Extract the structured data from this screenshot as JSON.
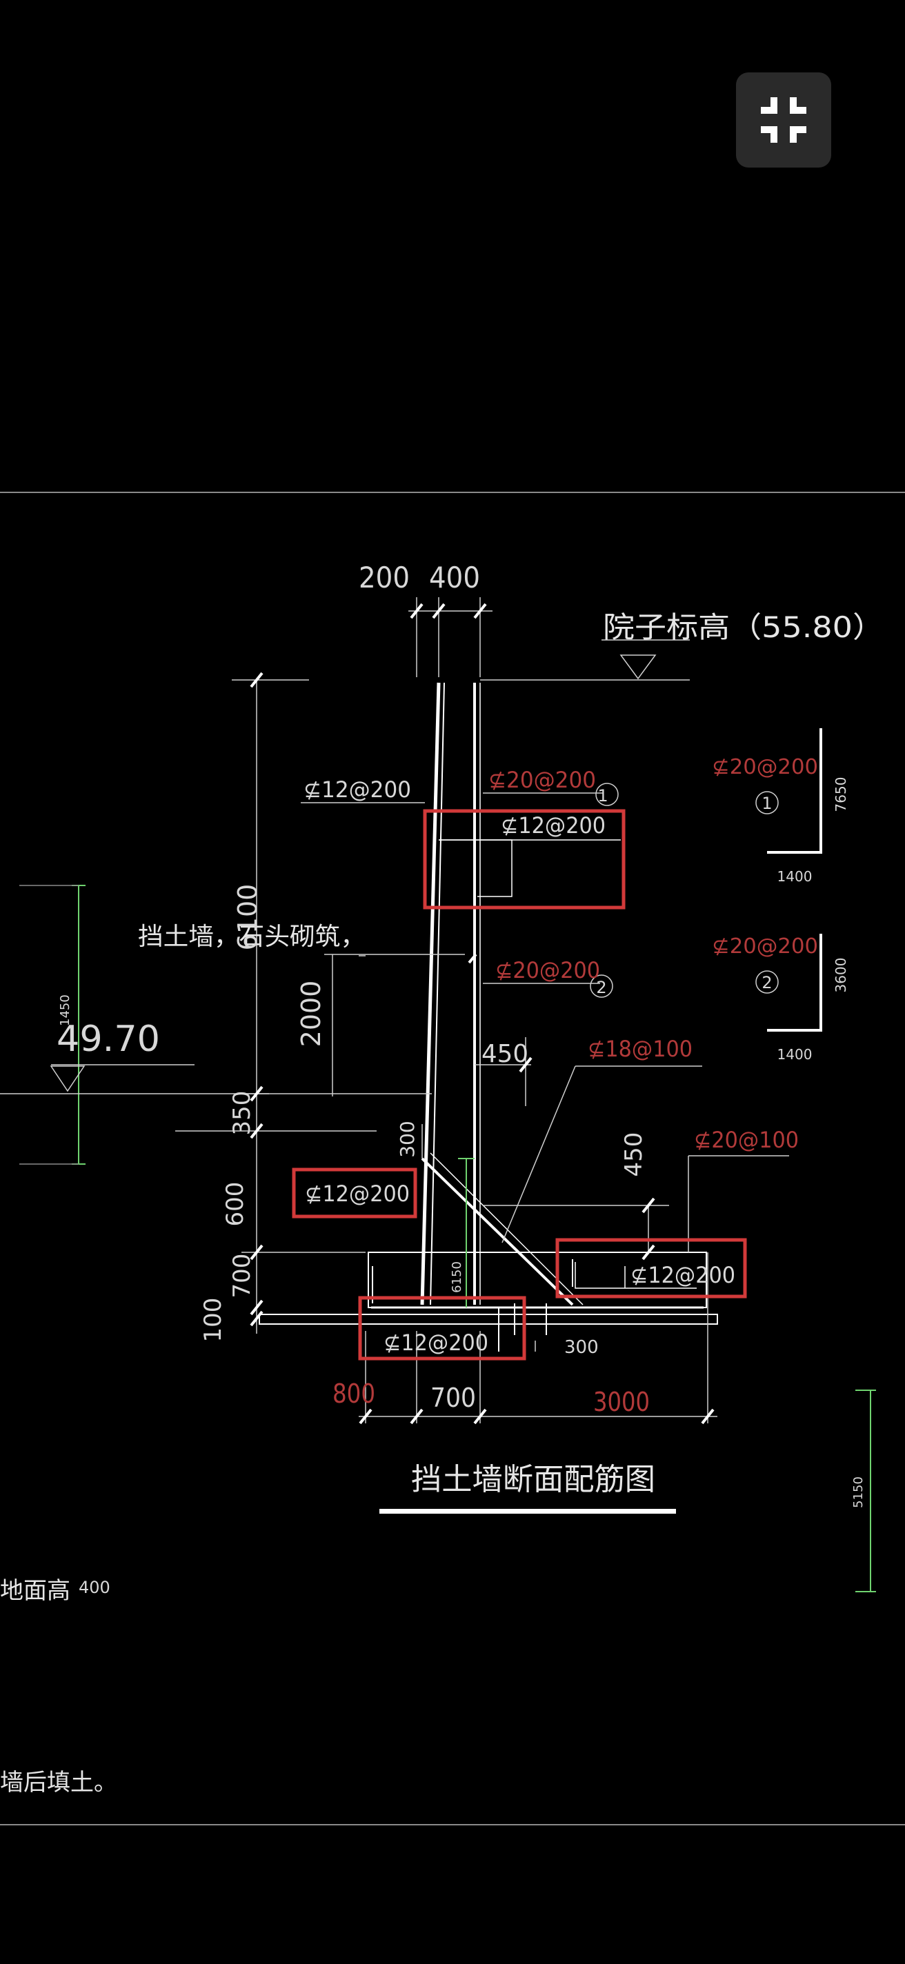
{
  "toolbar": {
    "exit_fullscreen_icon": "collapse-arrows-icon"
  },
  "drawing": {
    "title": "挡土墙断面配筋图",
    "top_dims": {
      "d1": "200",
      "d2": "400"
    },
    "yard_level": "院子标高（55.80）",
    "left_level": "49.70",
    "left_level_small": "1450",
    "note_wall": "挡土墙，石头砌筑，",
    "vert_dims": {
      "h6100": "6100",
      "h2000": "2000",
      "h350": "350",
      "h600": "600",
      "h700": "700",
      "h100": "100"
    },
    "dim_300_wall": "300",
    "dim_450a": "450",
    "dim_450b": "450",
    "dim_6150": "6150",
    "dim_300_base": "300",
    "bottom_dims": {
      "b800": "800",
      "b700": "700",
      "b3000": "3000"
    },
    "rebar": {
      "outer_wall": "⊈12@200",
      "r1": "⊈20@200",
      "inner_boxed": "⊈12@200",
      "r2": "⊈20@200",
      "toe_boxed": "⊈12@200",
      "diag": "⊈18@100",
      "heel_top": "⊈20@100",
      "heel_boxed": "⊈12@200",
      "base_boxed": "⊈12@200"
    },
    "markers": {
      "m1": "1",
      "m2": "2"
    },
    "detail1": {
      "label": "⊈20@200",
      "marker": "1",
      "height": "7650",
      "width": "1400"
    },
    "detail2": {
      "label": "⊈20@200",
      "marker": "2",
      "height": "3600",
      "width": "1400"
    },
    "right_dim": "5150",
    "note_ground": "地面高",
    "note_ground_value": "400",
    "note_backfill": "墙后填土。"
  },
  "colors": {
    "line": "#ffffff",
    "red_text": "#b23a3a",
    "highlight_box": "#d23a3a",
    "green_dim": "#6fd36f",
    "button_bg": "#2a2a2a"
  }
}
